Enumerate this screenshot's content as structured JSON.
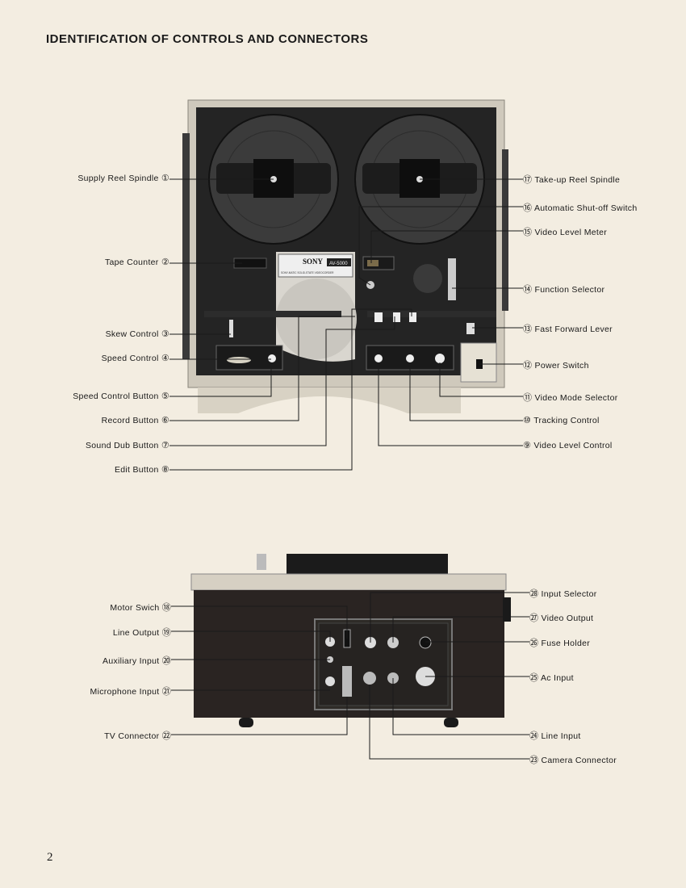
{
  "page": {
    "heading": "IDENTIFICATION OF CONTROLS AND CONNECTORS",
    "page_number": "2"
  },
  "deck": {
    "brand": "SONY",
    "model": "AV-5000",
    "subtitle": "SONY-MATIC SOLID-STATE VIDEOCORDER"
  },
  "callouts_front": [
    {
      "num": "①",
      "label": "Supply Reel Spindle"
    },
    {
      "num": "②",
      "label": "Tape Counter"
    },
    {
      "num": "③",
      "label": "Skew Control"
    },
    {
      "num": "④",
      "label": "Speed Control"
    },
    {
      "num": "⑤",
      "label": "Speed Control Button"
    },
    {
      "num": "⑥",
      "label": "Record Button"
    },
    {
      "num": "⑦",
      "label": "Sound Dub Button"
    },
    {
      "num": "⑧",
      "label": "Edit Button"
    },
    {
      "num": "⑨",
      "label": "Video Level Control"
    },
    {
      "num": "⑩",
      "label": "Tracking Control"
    },
    {
      "num": "⑪",
      "label": "Video Mode Selector"
    },
    {
      "num": "⑫",
      "label": "Power Switch"
    },
    {
      "num": "⑬",
      "label": "Fast Forward Lever"
    },
    {
      "num": "⑭",
      "label": "Function Selector"
    },
    {
      "num": "⑮",
      "label": "Video Level Meter"
    },
    {
      "num": "⑯",
      "label": "Automatic Shut-off Switch"
    },
    {
      "num": "⑰",
      "label": "Take-up Reel Spindle"
    }
  ],
  "callouts_rear": [
    {
      "num": "⑱",
      "label": "Motor Swich"
    },
    {
      "num": "⑲",
      "label": "Line Output"
    },
    {
      "num": "⑳",
      "label": "Auxiliary Input"
    },
    {
      "num": "㉑",
      "label": "Microphone Input"
    },
    {
      "num": "㉒",
      "label": "TV Connector"
    },
    {
      "num": "㉓",
      "label": "Camera Connector"
    },
    {
      "num": "㉔",
      "label": "Line Input"
    },
    {
      "num": "㉕",
      "label": "Ac Input"
    },
    {
      "num": "㉖",
      "label": "Fuse Holder"
    },
    {
      "num": "㉗",
      "label": "Video Output"
    },
    {
      "num": "㉘",
      "label": "Input Selector"
    }
  ]
}
